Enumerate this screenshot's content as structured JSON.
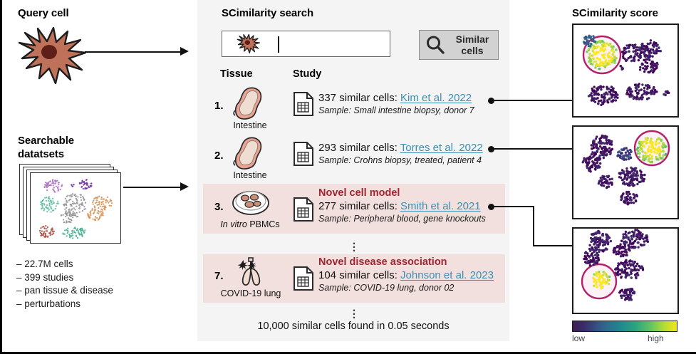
{
  "left": {
    "query_cell_title": "Query cell",
    "searchable_title_line1": "Searchable",
    "searchable_title_line2": "datatsets",
    "bullets": [
      "– 22.7M cells",
      "– 399 studies",
      "– pan tissue & disease",
      "– perturbations"
    ]
  },
  "center": {
    "title": "SCimilarity search",
    "search_value": "",
    "search_placeholder": "",
    "similar_button_line1": "Similar",
    "similar_button_line2": "cells",
    "columns": {
      "tissue": "Tissue",
      "study": "Study"
    },
    "results": [
      {
        "rank": "1.",
        "tissue_icon": "intestine-icon",
        "tissue_label": "Intestine",
        "tissue_label_italic": "",
        "novel_tag": "",
        "count": "337",
        "count_text": "337 similar cells:",
        "citation": "Kim et al. 2022",
        "sample": "Sample: Small intestine biopsy, donor 7",
        "highlighted": false
      },
      {
        "rank": "2.",
        "tissue_icon": "intestine-icon",
        "tissue_label": "Intestine",
        "tissue_label_italic": "",
        "novel_tag": "",
        "count": "293",
        "count_text": "293 similar cells:",
        "citation": "Torres et al. 2022",
        "sample": "Sample: Crohns biopsy, treated, patient 4",
        "highlighted": false
      },
      {
        "rank": "3.",
        "tissue_icon": "petri-dish-icon",
        "tissue_label": "PBMCs",
        "tissue_label_italic": "In vitro",
        "novel_tag": "Novel cell model",
        "count": "277",
        "count_text": "277 similar cells:",
        "citation": "Smith et al. 2021",
        "sample": "Sample: Peripheral blood, gene knockouts",
        "highlighted": true
      },
      {
        "rank": "7.",
        "tissue_icon": "lung-icon",
        "tissue_label": "COVID-19 lung",
        "tissue_label_italic": "",
        "novel_tag": "Novel disease association",
        "count": "104",
        "count_text": "104 similar cells:",
        "citation": "Johnson et al. 2023",
        "sample": "Sample: COVID-19 lung, donor 02",
        "highlighted": true
      }
    ],
    "ellipsis": "⋮",
    "footer": "10,000 similar cells found in 0.05 seconds"
  },
  "right": {
    "title": "SCimilarity score",
    "colorbar": {
      "low": "low",
      "high": "high"
    }
  },
  "colors": {
    "panel_background": "#f4f4f4",
    "highlight_row": "#f2e0de",
    "novel_tag": "#a32430",
    "citation_link": "#3b8fb5",
    "cell_fill": "#c0715a",
    "cell_nucleus": "#5e1f19",
    "circle_highlight": "#b5206b",
    "umap_low": "#3b1f52",
    "umap_high": "#f3e51c"
  }
}
